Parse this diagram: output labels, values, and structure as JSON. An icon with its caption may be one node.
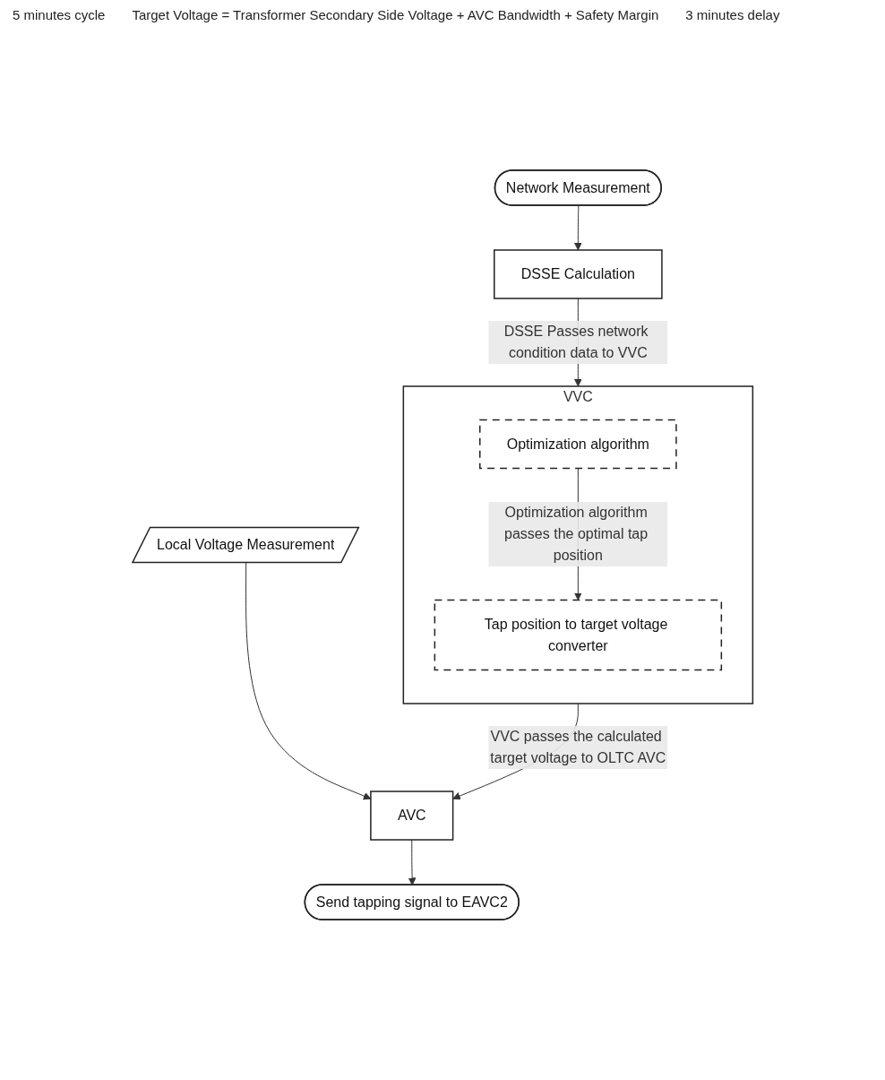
{
  "diagram": {
    "nodes": [
      {
        "text": [
          "Network Measurement"
        ]
      },
      {
        "text": [
          "DSSE Calculation"
        ]
      },
      {
        "text": [
          "VVC"
        ]
      },
      {
        "text": [
          "Optimization algorithm"
        ],
        "in": 2
      },
      {
        "text": [
          "Tap position to target voltage converter"
        ],
        "in": 2
      },
      {
        "text": [
          "AVC"
        ]
      },
      {
        "text": [
          "Local Voltage Measurement"
        ]
      },
      {
        "text": [
          "Send tapping signal to EAVC2"
        ]
      }
    ],
    "edges": [
      {
        "from": 0,
        "to": 1,
        "arrow": "to"
      },
      {
        "from": 1,
        "to": 2,
        "arrow": "to",
        "label": "DSSE Passes network condition data to VVC"
      },
      {
        "from": 3,
        "to": 4,
        "arrow": "to",
        "label": "Optimization algorithm passes the optimal tap position"
      },
      {
        "from": 2,
        "to": 5,
        "arrow": "to",
        "label": "VVC passes the calculated target voltage to OLTC AVC"
      },
      {
        "from": 6,
        "to": 5,
        "arrow": "to"
      },
      {
        "from": 5,
        "to": 7,
        "arrow": "to"
      }
    ],
    "labels": [
      "5 minutes cycle",
      "Target Voltage = Transformer Secondary Side Voltage + AVC Bandwidth + Safety Margin",
      "3 minutes delay"
    ]
  }
}
